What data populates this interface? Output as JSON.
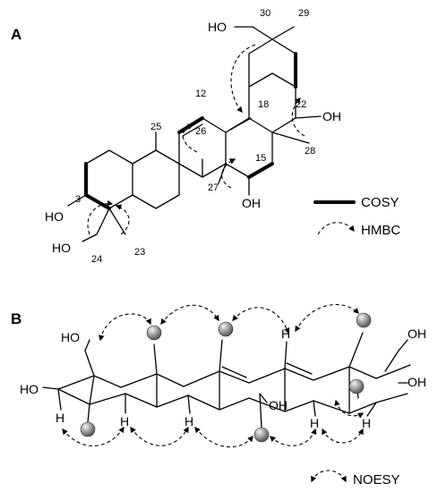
{
  "panels": {
    "a": "A",
    "b": "B"
  },
  "atom_labels": {
    "c30": "30",
    "c29": "29",
    "ho30": "HO",
    "c12": "12",
    "c18": "18",
    "c22": "22",
    "oh22": "OH",
    "c25": "25",
    "c26": "26",
    "c28": "28",
    "c15": "15",
    "c27": "27",
    "oh15": "OH",
    "c3": "3",
    "ho3": "HO",
    "ho24": "HO",
    "c24": "24",
    "c23": "23"
  },
  "legend": {
    "cosy": "COSY",
    "hmbc": "HMBC",
    "noesy": "NOESY"
  },
  "panel_b_labels": {
    "ho_left": "HO",
    "ho_top": "HO",
    "oh_top_right": "OH",
    "oh_right": "OH",
    "oh_mid": "OH",
    "h_left": "H",
    "h_b1": "H",
    "h_b2": "H",
    "h_top": "H",
    "h_b3": "H",
    "h_b4": "H"
  },
  "colors": {
    "ink": "#000000",
    "sphere_dark": "#555555",
    "sphere_light": "#e8e8e8"
  }
}
